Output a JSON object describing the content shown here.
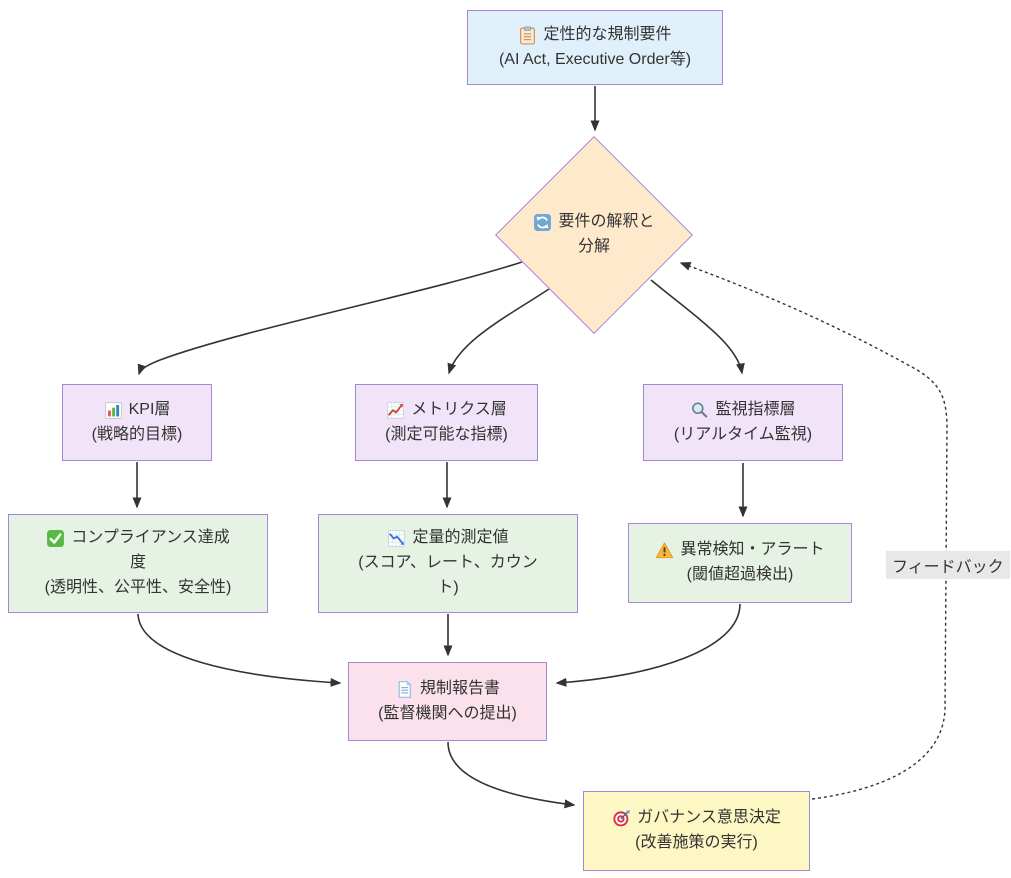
{
  "nodes": {
    "qualitative_requirements": {
      "icon": "clipboard-icon",
      "lines": [
        "定性的な規制要件",
        "(AI Act, Executive Order等)"
      ]
    },
    "interpretation": {
      "icon": "cycle-arrows-icon",
      "lines": [
        "要件の解釈と",
        "分解"
      ]
    },
    "kpi_layer": {
      "icon": "bar-chart-icon",
      "lines": [
        "KPI層",
        "(戦略的目標)"
      ]
    },
    "metrics_layer": {
      "icon": "chart-up-icon",
      "lines": [
        "メトリクス層",
        "(測定可能な指標)"
      ]
    },
    "monitoring_layer": {
      "icon": "magnifier-icon",
      "lines": [
        "監視指標層",
        "(リアルタイム監視)"
      ]
    },
    "compliance_achievement": {
      "icon": "check-icon",
      "lines": [
        "コンプライアンス達成",
        "度",
        "(透明性、公平性、安全性)"
      ]
    },
    "quantitative_measurements": {
      "icon": "chart-down-icon",
      "lines": [
        "定量的測定値",
        "(スコア、レート、カウン",
        "ト)"
      ]
    },
    "anomaly_alerts": {
      "icon": "warning-icon",
      "lines": [
        "異常検知・アラート",
        "(閾値超過検出)"
      ]
    },
    "regulatory_report": {
      "icon": "page-icon",
      "lines": [
        "規制報告書",
        "(監督機関への提出)"
      ]
    },
    "governance_decision": {
      "icon": "target-icon",
      "lines": [
        "ガバナンス意思決定",
        "(改善施策の実行)"
      ]
    }
  },
  "edge_labels": {
    "feedback": "フィードバック"
  },
  "colors": {
    "requirement_fill": "#dff0fb",
    "decision_fill": "#ffe9cd",
    "layer_fill": "#f2e4f8",
    "result_fill": "#e6f2e4",
    "report_fill": "#fae1ec",
    "governance_fill": "#fdf7c4",
    "node_border": "#a487d6",
    "edge_stroke": "#333333",
    "label_bg": "#e8e8e8",
    "text_color": "#333333"
  }
}
